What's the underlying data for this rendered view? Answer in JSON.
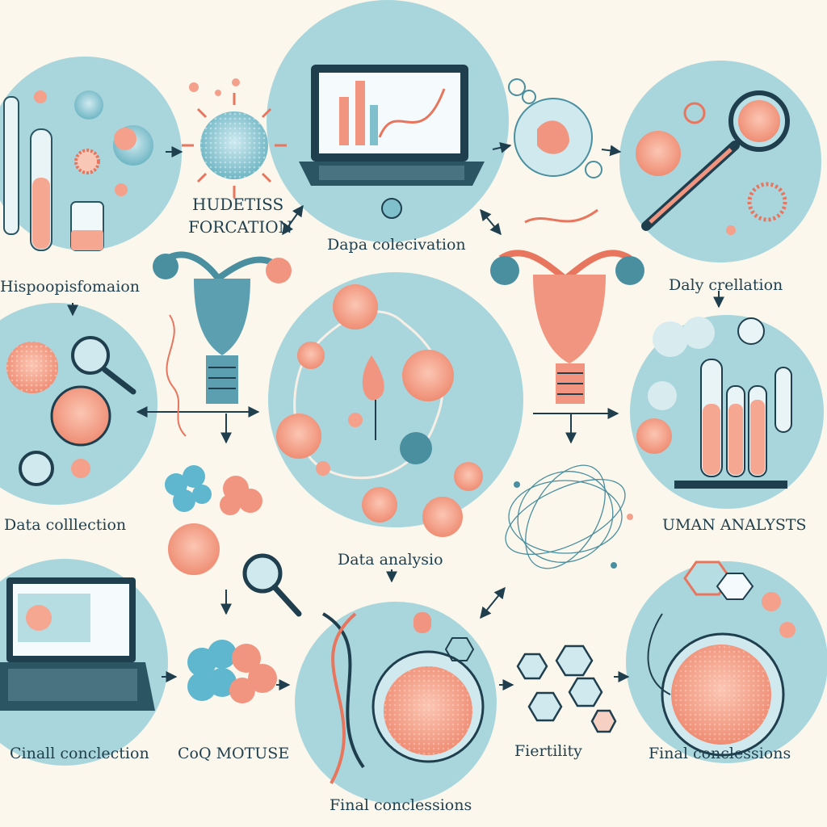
{
  "labels": {
    "hudetiss_line1": "HUDETISS",
    "hudetiss_line2": "FORCATION",
    "dapa": "Dapa colecivation",
    "hispo": "Hispoopisfomaion",
    "daly": "Daly crellation",
    "data_collection": "Data colllection",
    "data_analysis": "Data analysio",
    "uman_analysts": "UMAN ANALYSTS",
    "cinal": "Cinall conclection",
    "coq": "CoQ MOTUSE",
    "fiertility": "Fiertility",
    "final_right": "Final conclessions",
    "final_bottom": "Final conclessions"
  },
  "colors": {
    "circle": "#8fc9d1",
    "circle_light": "#b6dde2",
    "cell": "#f4a08a",
    "cell_dark": "#e8765e",
    "line": "#1f3f4e",
    "background": "#fbf7ec"
  }
}
